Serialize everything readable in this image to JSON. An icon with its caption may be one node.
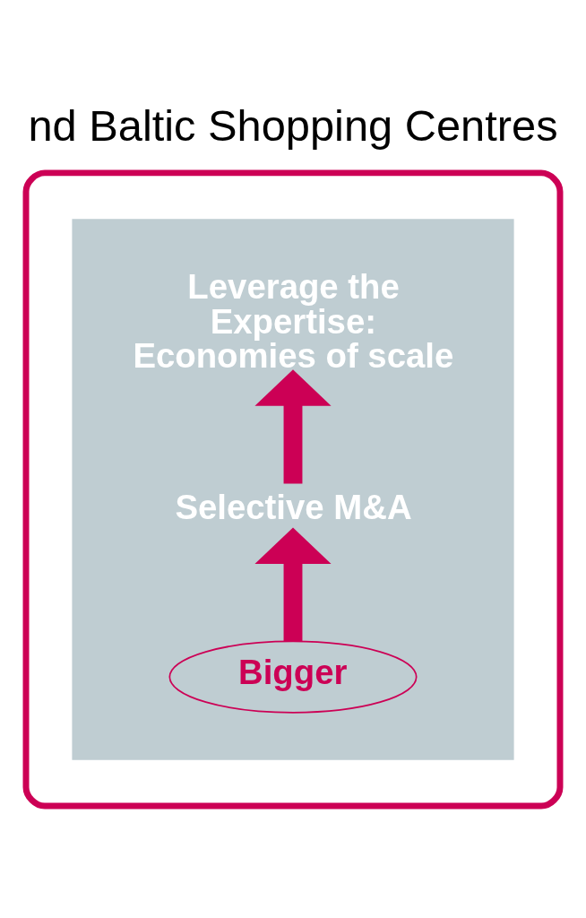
{
  "diagram": {
    "title": "nd Baltic Shopping Centres",
    "nodes": [
      {
        "text": [],
        "shape": "ellipse"
      },
      {
        "text": [],
        "shape": "box",
        "in": 0
      },
      {
        "text": [
          "Leverage the Expertise: Economies of scale"
        ],
        "in": 1
      },
      {
        "text": [
          "Selective M&A"
        ],
        "in": 1
      },
      {
        "text": [
          "Bigger"
        ],
        "in": 1
      }
    ],
    "edges": [
      {
        "from": 4,
        "to": 3,
        "arrow": "to"
      },
      {
        "from": 3,
        "to": 2,
        "arrow": "to"
      }
    ]
  }
}
